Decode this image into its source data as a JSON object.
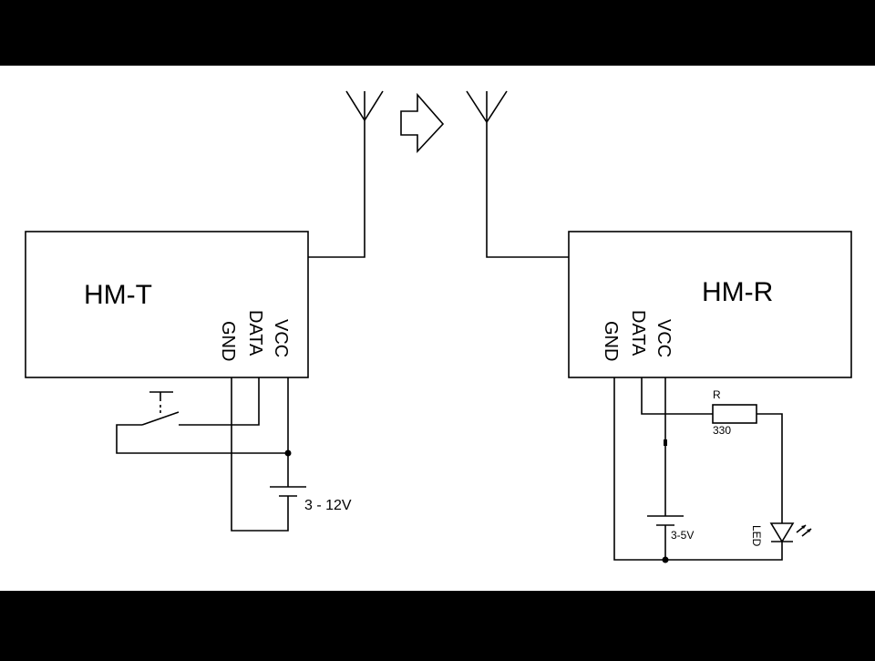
{
  "transmitter": {
    "title": "HM-T",
    "pins": [
      "GND",
      "DATA",
      "VCC"
    ],
    "supply_label": "3 - 12V"
  },
  "receiver": {
    "title": "HM-R",
    "pins": [
      "GND",
      "DATA",
      "VCC"
    ],
    "supply_label": "3-5V",
    "resistor_label": "R",
    "resistor_value": "330",
    "led_label": "LED"
  }
}
